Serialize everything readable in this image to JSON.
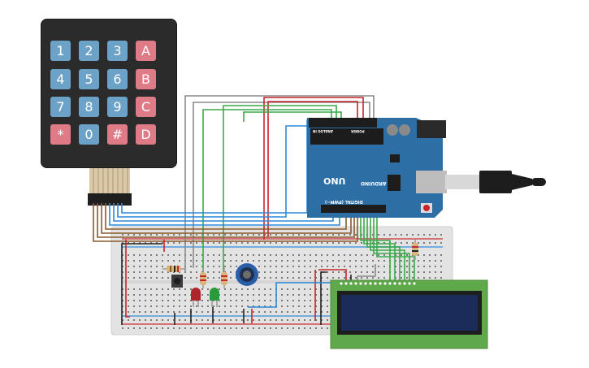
{
  "keypad": {
    "keys": [
      {
        "label": "1",
        "type": "num"
      },
      {
        "label": "2",
        "type": "num"
      },
      {
        "label": "3",
        "type": "num"
      },
      {
        "label": "A",
        "type": "letter"
      },
      {
        "label": "4",
        "type": "num"
      },
      {
        "label": "5",
        "type": "num"
      },
      {
        "label": "6",
        "type": "num"
      },
      {
        "label": "B",
        "type": "letter"
      },
      {
        "label": "7",
        "type": "num"
      },
      {
        "label": "8",
        "type": "num"
      },
      {
        "label": "9",
        "type": "num"
      },
      {
        "label": "C",
        "type": "letter"
      },
      {
        "label": "*",
        "type": "letter"
      },
      {
        "label": "0",
        "type": "num"
      },
      {
        "label": "#",
        "type": "letter"
      },
      {
        "label": "D",
        "type": "letter"
      }
    ]
  },
  "arduino": {
    "model": "UNO",
    "brand": "ARDUINO",
    "digital_label": "DIGITAL (PWM~)",
    "analog_label": "ANALOG IN",
    "power_label": "POWER"
  },
  "colors": {
    "arduino_board": "#2d6ea4",
    "breadboard": "#e3e3e3",
    "lcd_board": "#5fa84b",
    "lcd_screen": "#1c2c5a",
    "wire_red": "#c8242b",
    "wire_green": "#3aa94a",
    "wire_blue": "#2b88d8",
    "wire_brown": "#8a5a2c",
    "wire_gray": "#8a8a8a",
    "wire_black": "#222222"
  }
}
